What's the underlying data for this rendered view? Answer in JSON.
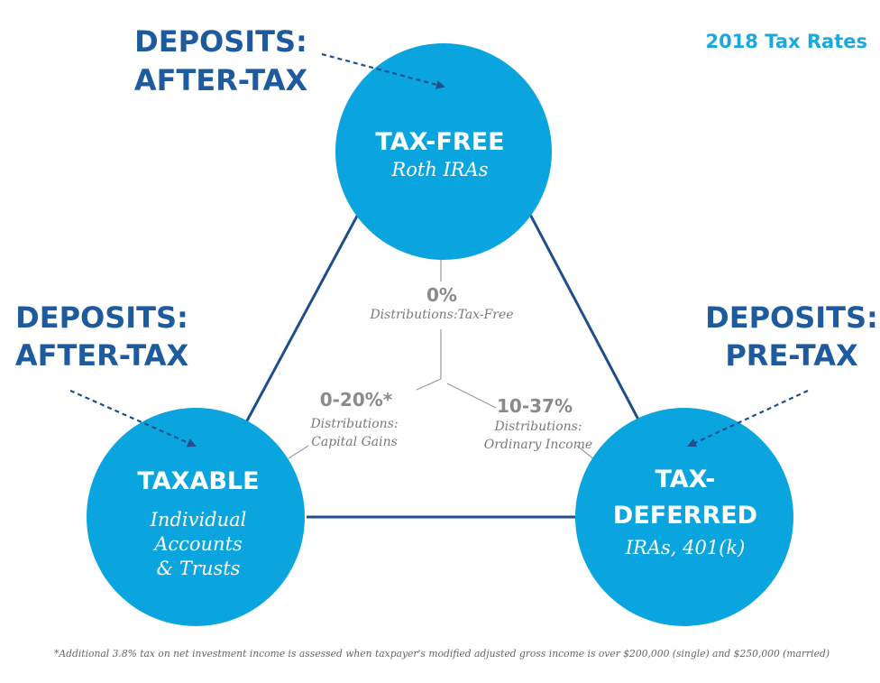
{
  "header": {
    "title": "2018 Tax Rates"
  },
  "deposits": {
    "top": {
      "line1": "DEPOSITS:",
      "line2": "AFTER-TAX"
    },
    "left": {
      "line1": "DEPOSITS:",
      "line2": "AFTER-TAX"
    },
    "right": {
      "line1": "DEPOSITS:",
      "line2": "PRE-TAX"
    }
  },
  "nodes": {
    "tax_free": {
      "title": "TAX-FREE",
      "subtitle": "Roth IRAs"
    },
    "taxable": {
      "title": "TAXABLE",
      "sub1": "Individual",
      "sub2": "Accounts",
      "sub3": "& Trusts"
    },
    "tax_deferred": {
      "title1": "TAX-",
      "title2": "DEFERRED",
      "subtitle": "IRAs, 401(k)"
    }
  },
  "rates": {
    "tax_free": {
      "rate": "0%",
      "label": "Distributions:Tax-Free"
    },
    "taxable": {
      "rate": "0-20%*",
      "label1": "Distributions:",
      "label2": "Capital Gains"
    },
    "tax_deferred": {
      "rate": "10-37%",
      "label1": "Distributions:",
      "label2": "Ordinary Income"
    }
  },
  "footnote": "*Additional 3.8% tax on net investment income is assessed when taxpayer's modified adjusted gross income is over $200,000 (single) and $250,000 (married)",
  "colors": {
    "circle": "#0aa5de",
    "connector": "#1e4f8c",
    "deposit_text": "#1e5a9e",
    "rate_text": "#8a8a8a"
  }
}
